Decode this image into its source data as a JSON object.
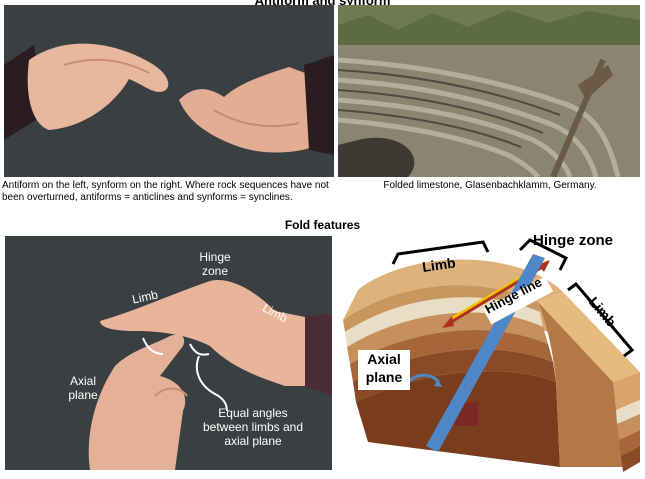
{
  "top_title": "Antiform and synform",
  "captions": {
    "left": "Antiform on the left, synform on the right. Where rock sequences have not been overturned, antiforms = anticlines and synforms = synclines.",
    "right": "Folded limestone, Glasenbachklamm, Germany."
  },
  "section_title": "Fold features",
  "hands_labels": {
    "hinge_zone": "Hinge zone",
    "limb_left": "Limb",
    "limb_right": "Limb",
    "axial_plane": "Axial plane",
    "equal_angles": "Equal angles between limbs and axial plane"
  },
  "block_labels": {
    "limb_top": "Limb",
    "hinge_zone": "Hinge zone",
    "hinge_line": "Hinge line",
    "limb_right": "Limb",
    "axial_plane": "Axial plane"
  },
  "colors": {
    "photo_background": "#3a3f41",
    "axial_plane_blue": "#4f86c6",
    "hinge_line_red": "#b03020",
    "hinge_line_yellow": "#f2c200"
  }
}
